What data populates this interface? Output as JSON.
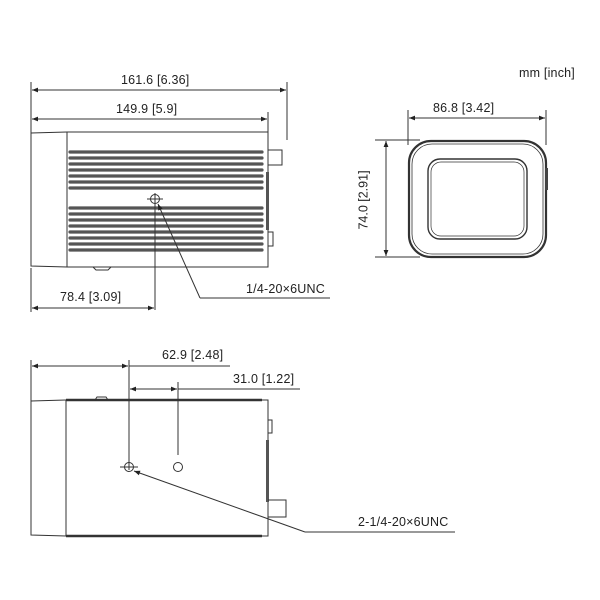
{
  "units_label": "mm [inch]",
  "side_view": {
    "overall_length": "161.6 [6.36]",
    "body_length": "149.9 [5.9]",
    "mount_offset": "78.4 [3.09]",
    "mount_thread": "1/4-20×6UNC"
  },
  "front_view": {
    "width": "86.8 [3.42]",
    "height": "74.0 [2.91]"
  },
  "bottom_view": {
    "mount_offset": "62.9 [2.48]",
    "hole_spacing": "31.0 [1.22]",
    "mount_thread": "2-1/4-20×6UNC"
  },
  "colors": {
    "line": "#333333",
    "fin": "#555555",
    "background": "#ffffff"
  }
}
